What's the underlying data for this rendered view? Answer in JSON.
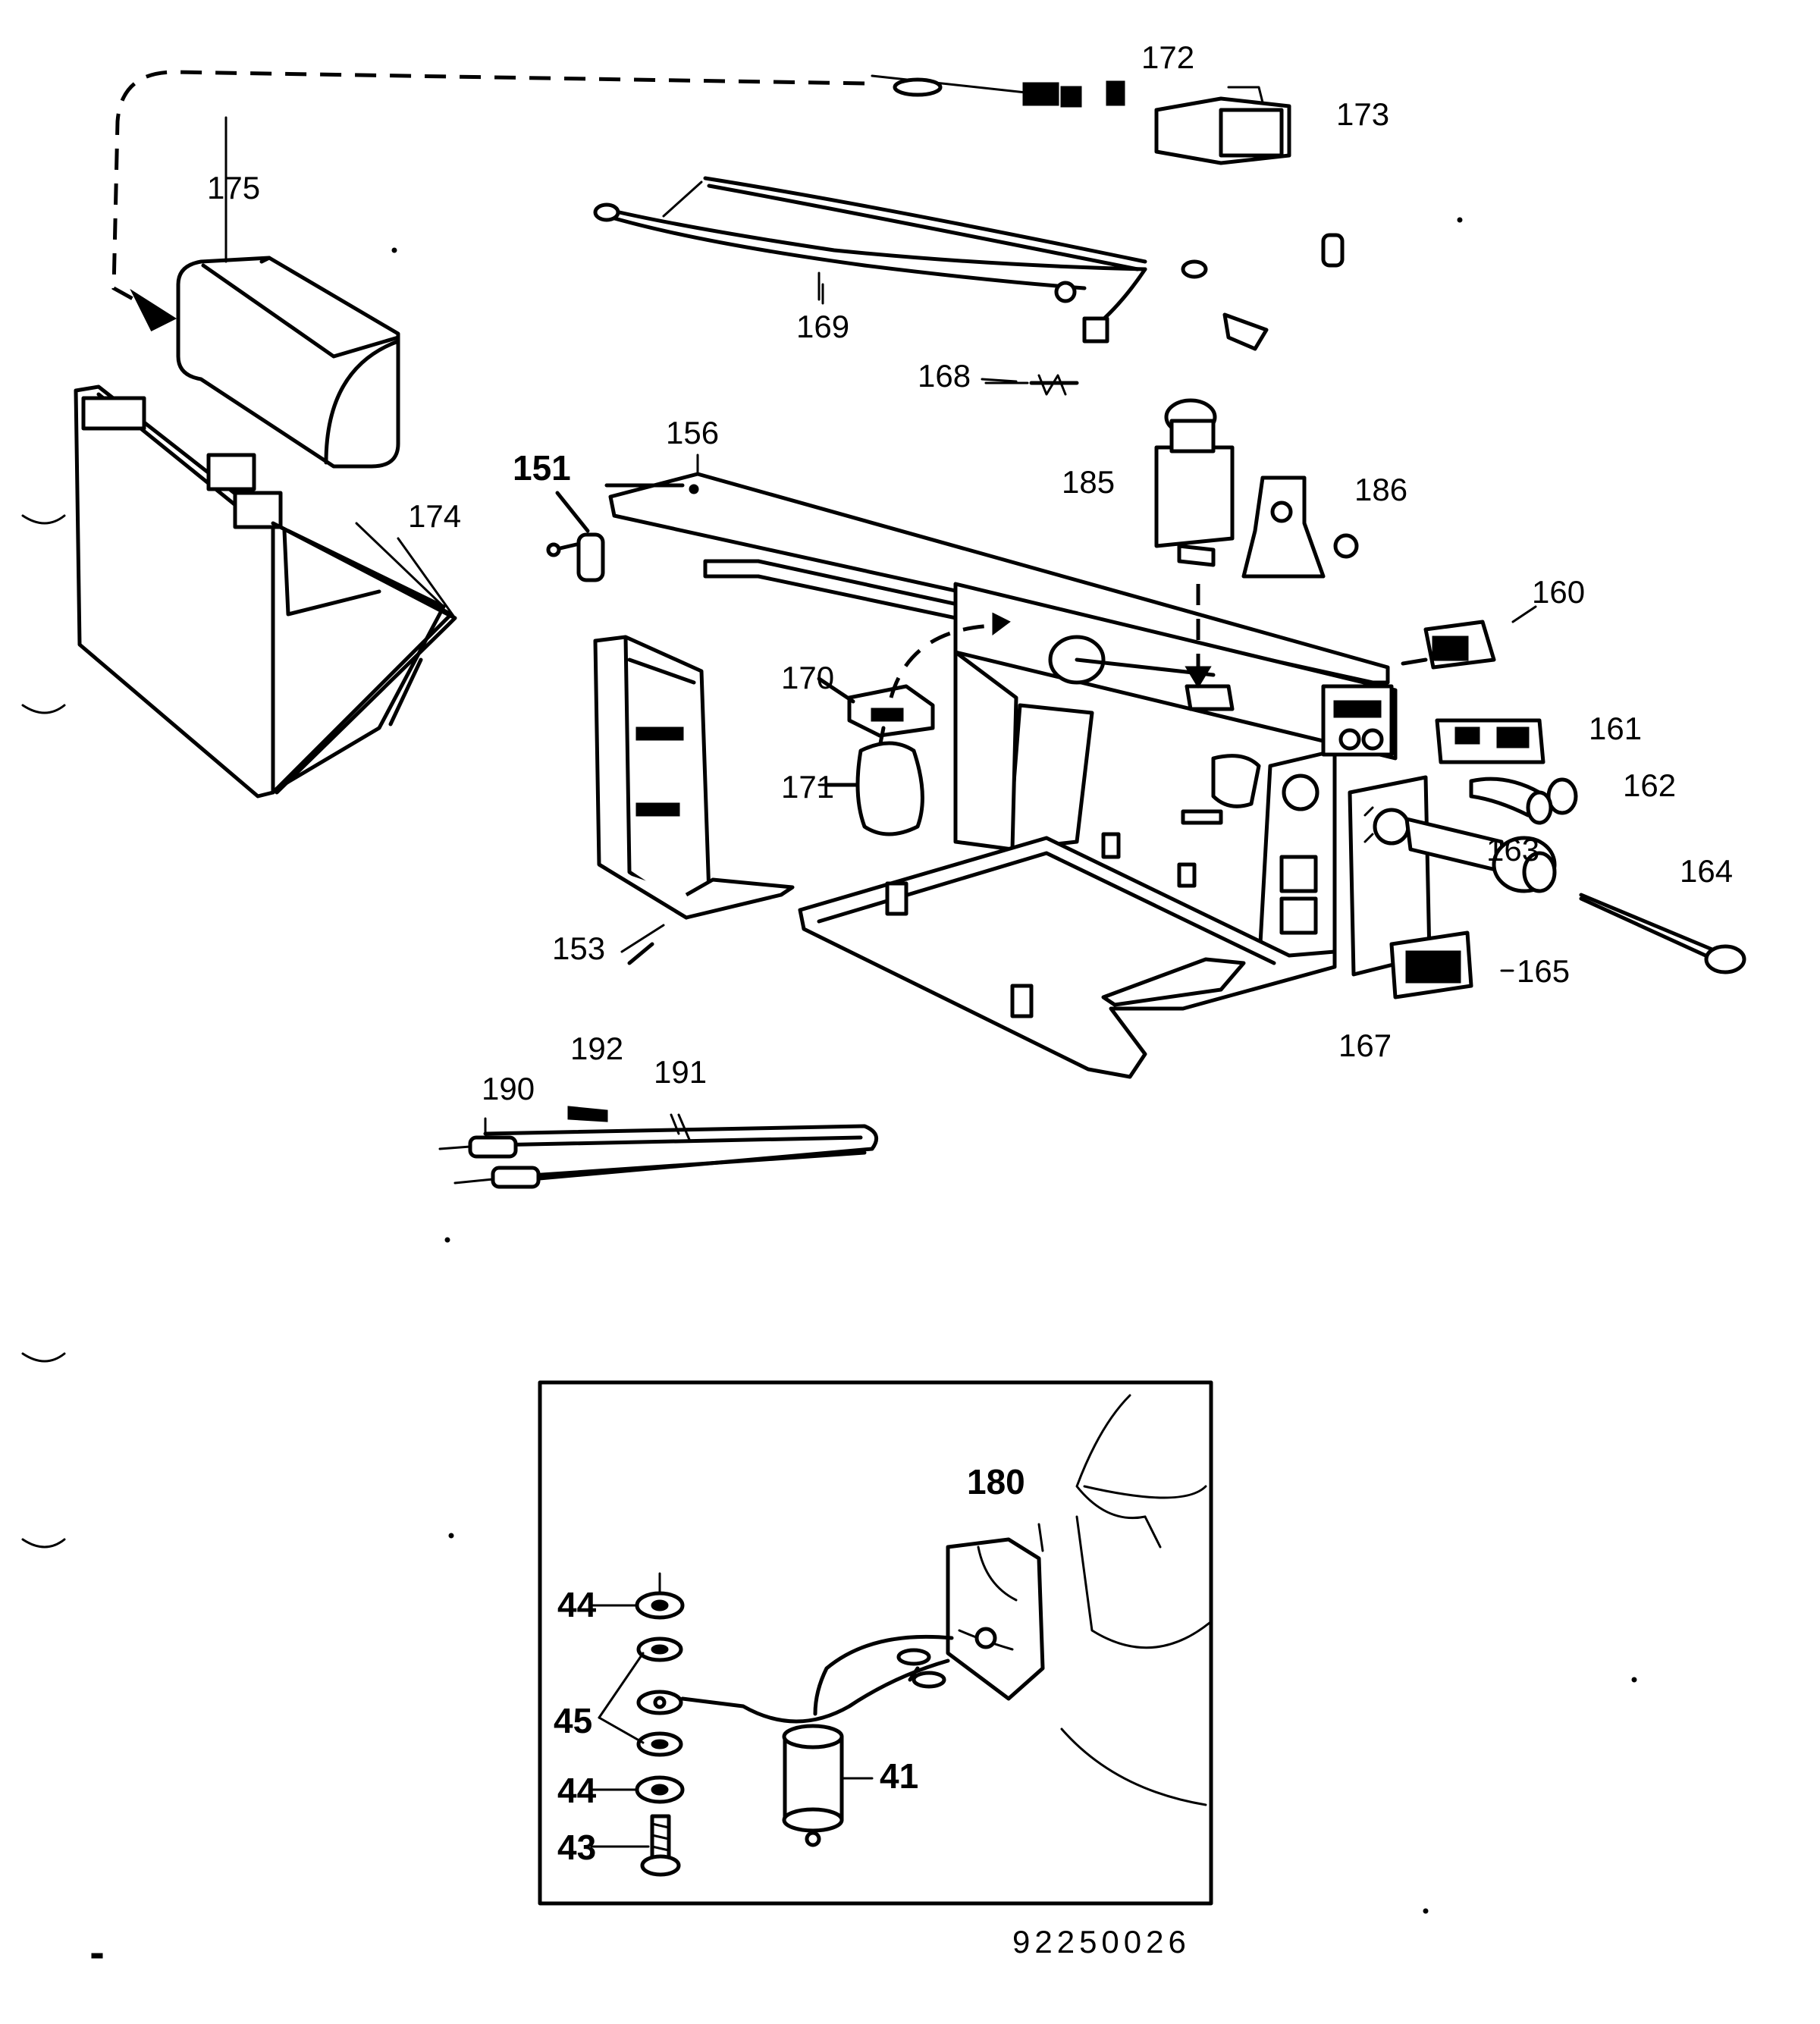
{
  "diagram": {
    "part_labels": {
      "p172": "172",
      "p173": "173",
      "p175": "175",
      "p169": "169",
      "p168": "168",
      "p174": "174",
      "p156": "156",
      "p151": "151",
      "p185": "185",
      "p186": "186",
      "p160": "160",
      "p170": "170",
      "p161": "161",
      "p162": "162",
      "p171": "171",
      "p163": "163",
      "p164": "164",
      "p153": "153",
      "p165": "165",
      "p167": "167",
      "p192": "192",
      "p191": "191",
      "p190": "190"
    },
    "inset_labels": {
      "p180": "180",
      "p44a": "44",
      "p45": "45",
      "p44b": "44",
      "p43": "43",
      "p41": "41"
    },
    "drawing_number": "92250026"
  }
}
